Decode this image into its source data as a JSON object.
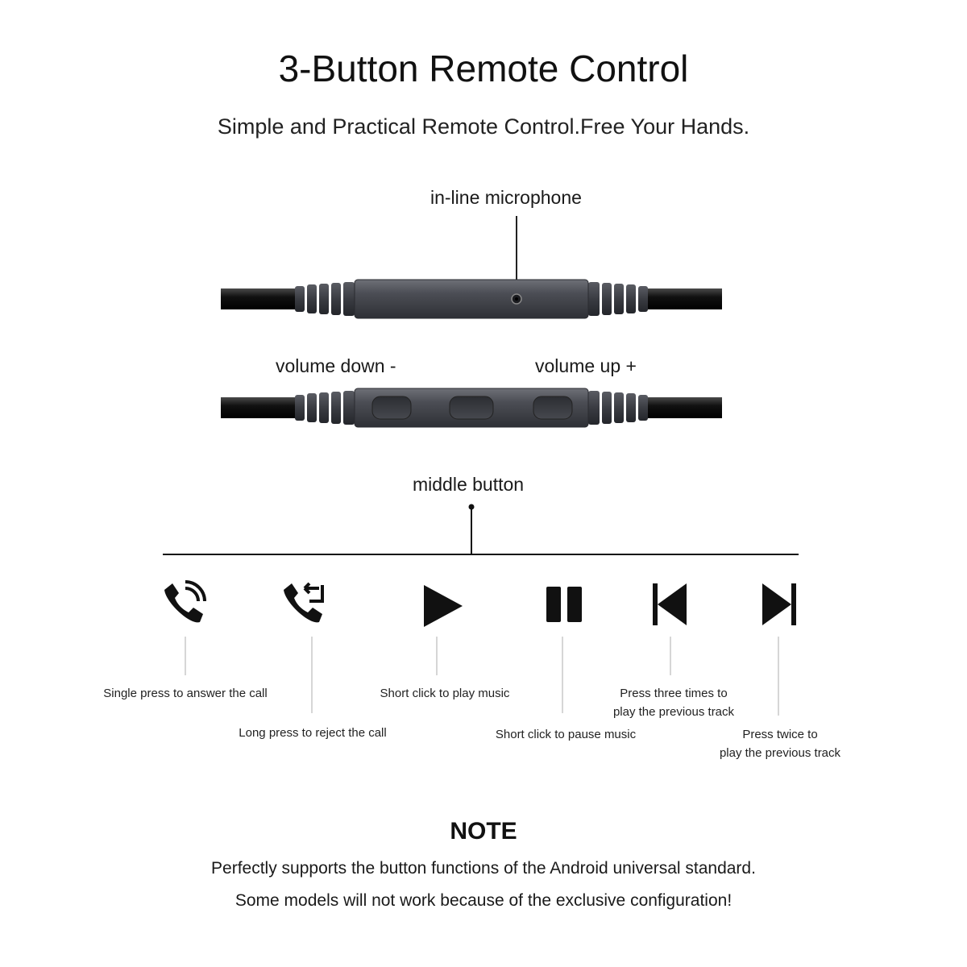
{
  "header": {
    "title": "3-Button Remote Control",
    "subtitle": "Simple and Practical Remote Control.Free Your Hands."
  },
  "remote": {
    "microphone_label": "in-line microphone",
    "volume_down_label": "volume down -",
    "volume_up_label": "volume up +",
    "middle_button_label": "middle button"
  },
  "functions": [
    {
      "icon": "phone-answer-icon",
      "caption": [
        "Single press to answer the call"
      ]
    },
    {
      "icon": "phone-reject-icon",
      "caption": [
        "Long press to reject the call"
      ]
    },
    {
      "icon": "play-icon",
      "caption": [
        "Short click to play music"
      ]
    },
    {
      "icon": "pause-icon",
      "caption": [
        "Short click to pause music"
      ]
    },
    {
      "icon": "previous-track-icon",
      "caption": [
        "Press three times to",
        "play the previous track"
      ]
    },
    {
      "icon": "next-track-icon",
      "caption": [
        "Press twice to",
        "play the previous track"
      ]
    }
  ],
  "note": {
    "title": "NOTE",
    "line1": "Perfectly supports the button functions of the Android universal standard.",
    "line2": "Some models will not work because of the exclusive configuration!"
  }
}
